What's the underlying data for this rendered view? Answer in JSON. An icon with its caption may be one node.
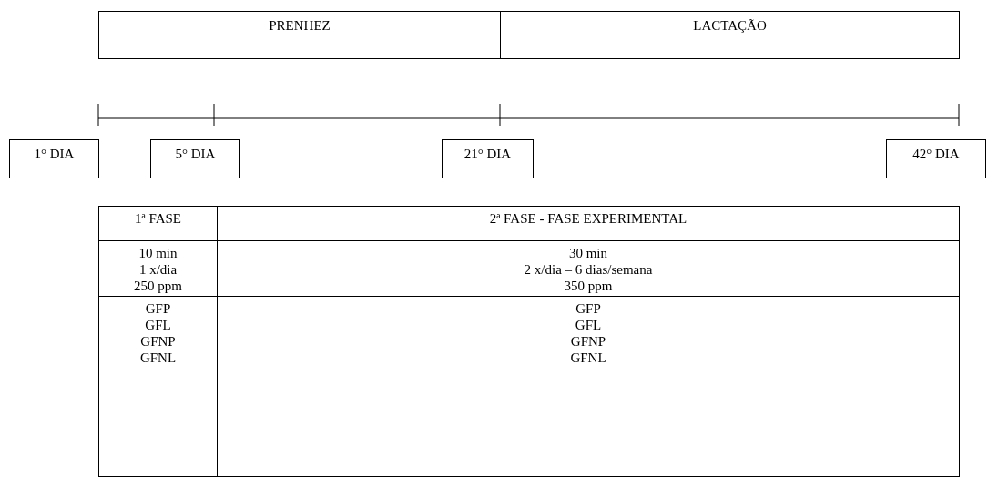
{
  "diagram": {
    "nodes": [
      {
        "text": [
          "PRENHEZ"
        ]
      },
      {
        "text": [
          "LACTAÇÃO"
        ]
      },
      {
        "text": [
          "1° DIA"
        ]
      },
      {
        "text": [
          "5° DIA"
        ]
      },
      {
        "text": [
          "21° DIA"
        ]
      },
      {
        "text": [
          "42° DIA"
        ]
      }
    ],
    "labels": [
      "1ª FASE",
      "2ª FASE - FASE EXPERIMENTAL",
      "10 min",
      "1 x/dia",
      "250 ppm",
      "30 min",
      "2 x/dia – 6 dias/semana",
      "350 ppm",
      "GFP",
      "GFL",
      "GFNP",
      "GFNL",
      "GFP",
      "GFL",
      "GFNP",
      "GFNL"
    ]
  }
}
